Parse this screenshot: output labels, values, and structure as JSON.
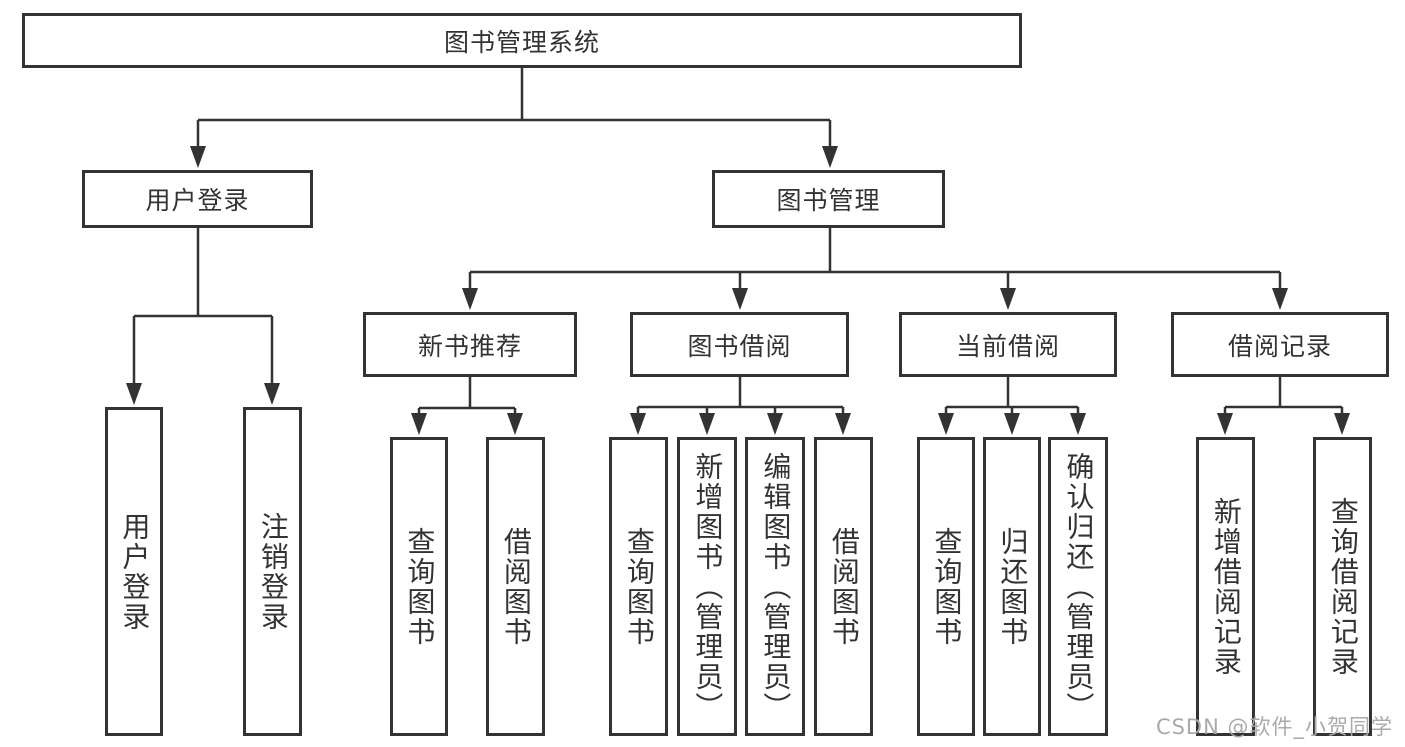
{
  "colors": {
    "background": "#ffffff",
    "line": "#333333",
    "border": "#333333",
    "text": "#333333",
    "watermark": "#aaaaaa"
  },
  "tree": {
    "label": "图书管理系统",
    "children": [
      {
        "label": "用户登录",
        "children": [
          {
            "label": "用户登录"
          },
          {
            "label": "注销登录"
          }
        ]
      },
      {
        "label": "图书管理",
        "children": [
          {
            "label": "新书推荐",
            "children": [
              {
                "label": "查询图书"
              },
              {
                "label": "借阅图书"
              }
            ]
          },
          {
            "label": "图书借阅",
            "children": [
              {
                "label": "查询图书"
              },
              {
                "label": "新增图书（管理员）"
              },
              {
                "label": "编辑图书（管理员）"
              },
              {
                "label": "借阅图书"
              }
            ]
          },
          {
            "label": "当前借阅",
            "children": [
              {
                "label": "查询图书"
              },
              {
                "label": "归还图书"
              },
              {
                "label": "确认归还（管理员）"
              }
            ]
          },
          {
            "label": "借阅记录",
            "children": [
              {
                "label": "新增借阅记录"
              },
              {
                "label": "查询借阅记录"
              }
            ]
          }
        ]
      }
    ]
  },
  "watermark": {
    "text": "CSDN @软件_小贺同学"
  }
}
